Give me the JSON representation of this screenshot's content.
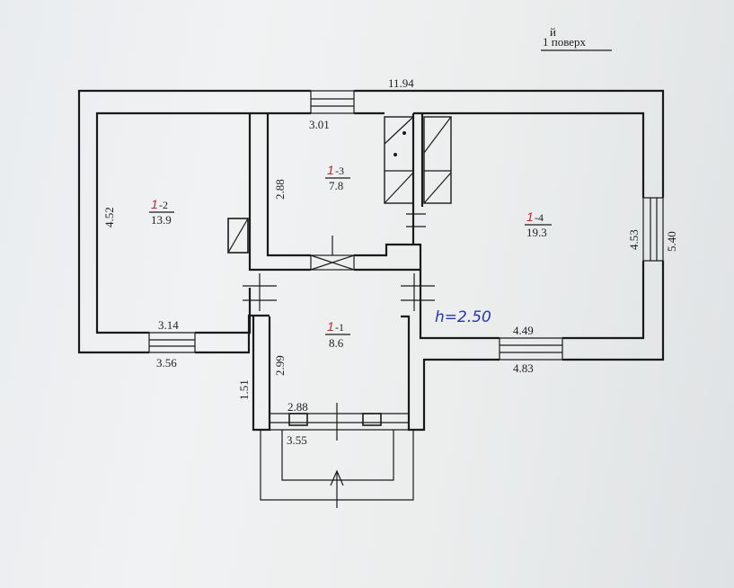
{
  "header": {
    "floor_sup": "й",
    "floor_label": "1  поверх"
  },
  "dimensions": {
    "top_width": "11.94",
    "window_top_kitchen": "3.01",
    "room2_height": "4.52",
    "room2_inner_width": "3.14",
    "room2_outer_width": "3.56",
    "room3_height": "2.88",
    "room4_inner_height": "4.53",
    "room4_outer_height": "5.40",
    "room4_inner_width": "4.49",
    "room4_outer_width": "4.83",
    "room1_height": "2.99",
    "porch_depth": "1.51",
    "entry_inner_width": "2.88",
    "entry_outer_width": "3.55"
  },
  "rooms": [
    {
      "id": "room-1",
      "prefix": "1",
      "suffix": "-1",
      "area": "8.6"
    },
    {
      "id": "room-2",
      "prefix": "1",
      "suffix": "-2",
      "area": "13.9"
    },
    {
      "id": "room-3",
      "prefix": "1",
      "suffix": "-3",
      "area": "7.8"
    },
    {
      "id": "room-4",
      "prefix": "1",
      "suffix": "-4",
      "area": "19.3"
    }
  ],
  "annotation": {
    "ceiling_height": "h=2.50"
  },
  "colors": {
    "ink": "#1a1a1a",
    "room_number": "#c0262b",
    "handwriting": "#2438a8"
  }
}
